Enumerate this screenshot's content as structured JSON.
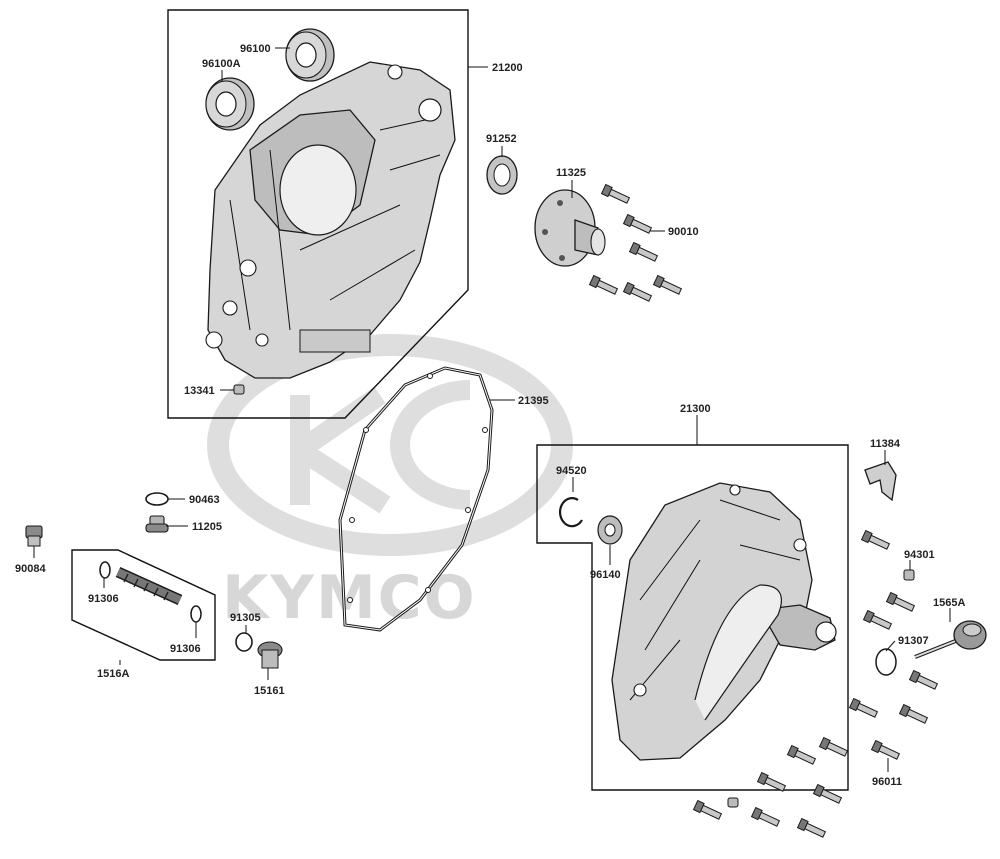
{
  "watermark": {
    "brand": "KYMCO"
  },
  "colors": {
    "line": "#111111",
    "part_fill": "#d9d9d9",
    "part_dark": "#7a7a7a",
    "watermark": "#d7d7d7"
  },
  "labels": {
    "p21200": "21200",
    "p96100": "96100",
    "p96100A": "96100A",
    "p91252": "91252",
    "p11325": "11325",
    "p90010": "90010",
    "p13341": "13341",
    "p21395": "21395",
    "p21300": "21300",
    "p11384": "11384",
    "p94520": "94520",
    "p96140": "96140",
    "p94301": "94301",
    "p1565A": "1565A",
    "p91307": "91307",
    "p96011": "96011",
    "p90463": "90463",
    "p11205": "11205",
    "p90084": "90084",
    "p91306a": "91306",
    "p91306b": "91306",
    "p1516A": "1516A",
    "p91305": "91305",
    "p15161": "15161"
  }
}
